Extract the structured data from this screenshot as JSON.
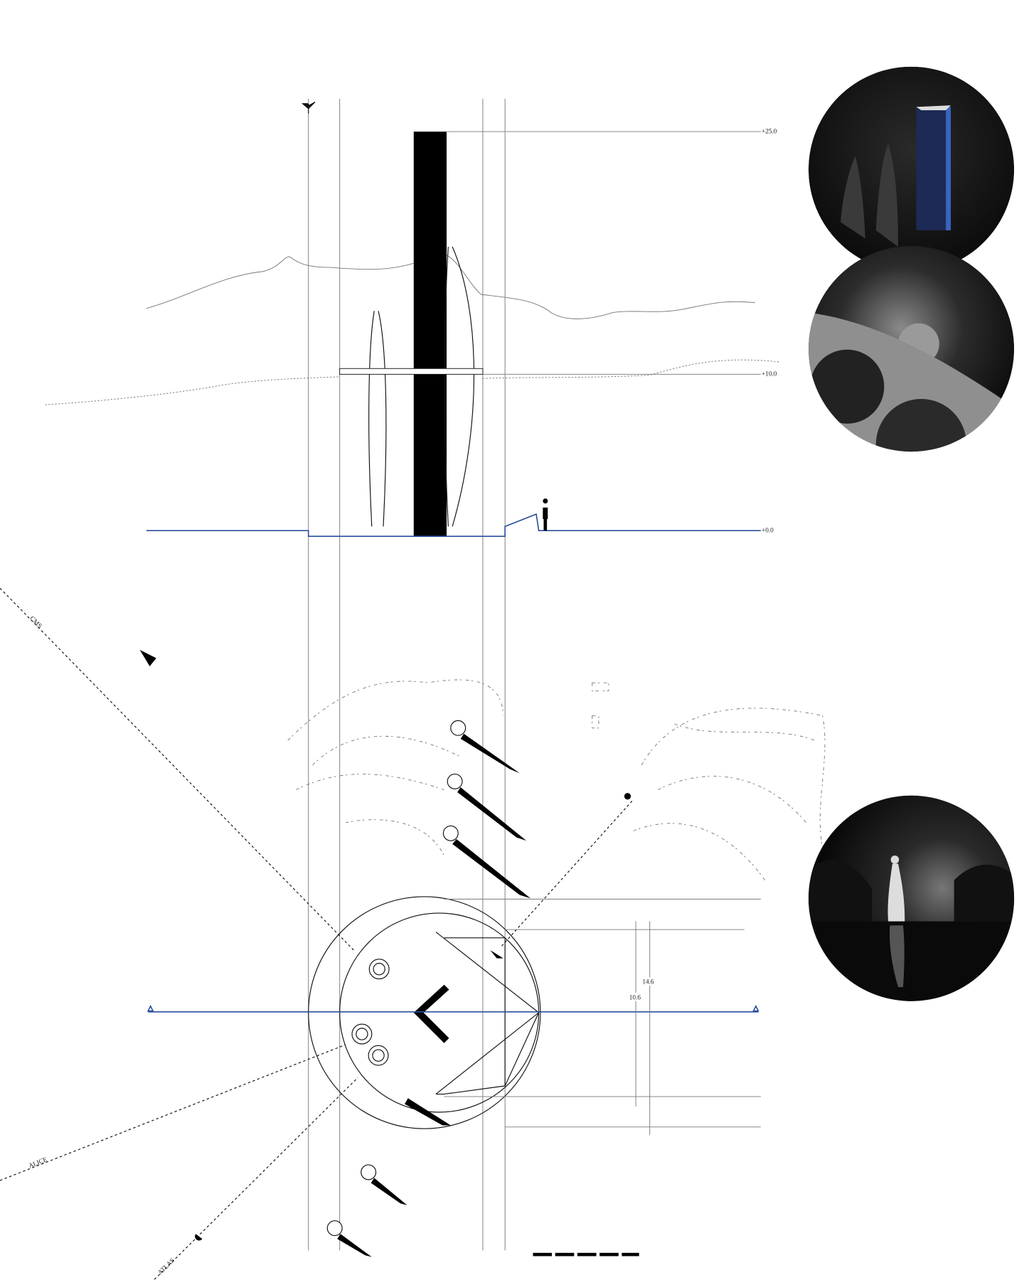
{
  "elevation": {
    "levels": [
      {
        "label": "+25.0"
      },
      {
        "label": "+10.0"
      },
      {
        "label": "+0.0"
      }
    ]
  },
  "plan": {
    "axes": [
      {
        "label": "CMS"
      },
      {
        "label": "ALICE"
      },
      {
        "label": "ATLAS"
      }
    ],
    "dimensions": [
      {
        "label": "14.6"
      },
      {
        "label": "10.6"
      }
    ]
  },
  "colors": {
    "accent_blue": "#2a4f9e",
    "ink": "#111111"
  }
}
